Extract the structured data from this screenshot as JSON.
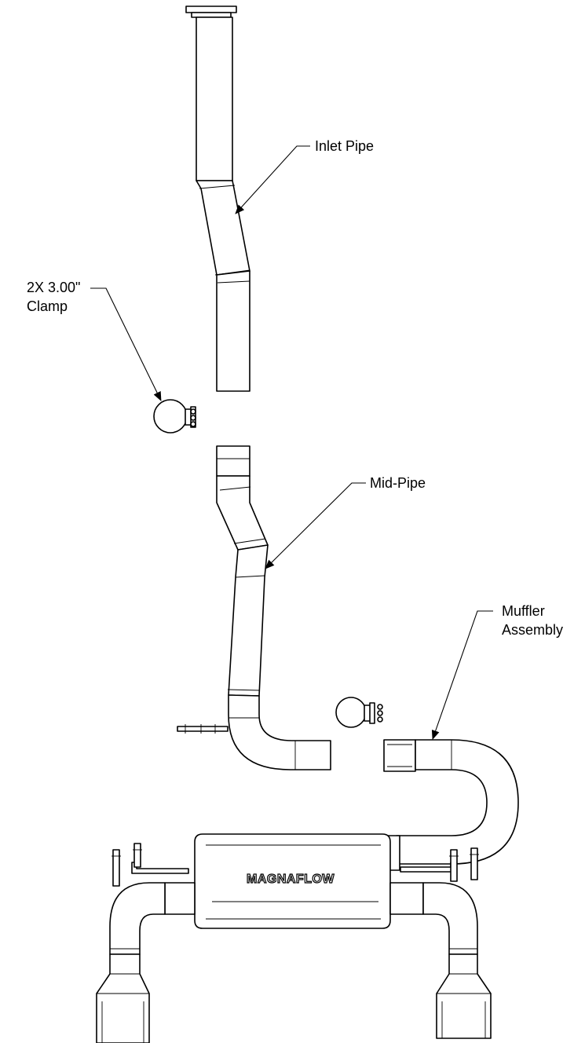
{
  "labels": {
    "inlet_pipe": "Inlet Pipe",
    "clamp_line1": "2X 3.00\"",
    "clamp_line2": "Clamp",
    "mid_pipe": "Mid-Pipe",
    "muffler_line1": "Muffler",
    "muffler_line2": "Assembly",
    "brand": "MAGNAFLOW"
  },
  "colors": {
    "line": "#000000",
    "background": "#ffffff"
  }
}
